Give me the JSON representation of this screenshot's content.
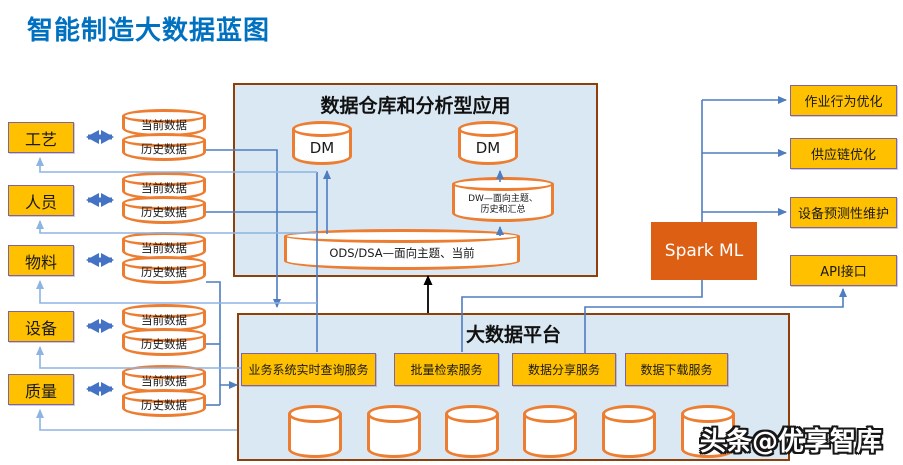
{
  "title": "智能制造大数据蓝图",
  "left_domains": [
    {
      "label": "工艺",
      "current": "当前数据",
      "history": "历史数据"
    },
    {
      "label": "人员",
      "current": "当前数据",
      "history": "历史数据"
    },
    {
      "label": "物料",
      "current": "当前数据",
      "history": "历史数据"
    },
    {
      "label": "设备",
      "current": "当前数据",
      "history": "历史数据"
    },
    {
      "label": "质量",
      "current": "当前数据",
      "history": "历史数据"
    }
  ],
  "warehouse": {
    "title": "数据仓库和分析型应用",
    "dm_left": "DM",
    "dm_right": "DM",
    "dw_line1": "DW—面向主题、",
    "dw_line2": "历史和汇总",
    "ods_label": "ODS/DSA—面向主题、当前"
  },
  "platform": {
    "title": "大数据平台",
    "services": [
      "业务系统实时查询服务",
      "批量检索服务",
      "数据分享服务",
      "数据下载服务"
    ],
    "cylinder_count": 6
  },
  "spark_ml": {
    "label": "Spark ML"
  },
  "outputs": [
    {
      "label": "作业行为优化"
    },
    {
      "label": "供应链优化"
    },
    {
      "label": "设备预测性维护"
    },
    {
      "label": "API接口"
    }
  ],
  "watermark": {
    "text": "头条@优享智库"
  },
  "colors": {
    "title_blue": "#0070C0",
    "gold": "#FFC000",
    "cylinder_orange": "#ED7D31",
    "spark_orange": "#DD5F13",
    "panel_fill": "#D9E8F3",
    "panel_border": "#8E4008",
    "connector_blue": "#4E7DC0",
    "connector_light_blue": "#8EB4E3",
    "double_arrow_blue": "#4472C4"
  }
}
